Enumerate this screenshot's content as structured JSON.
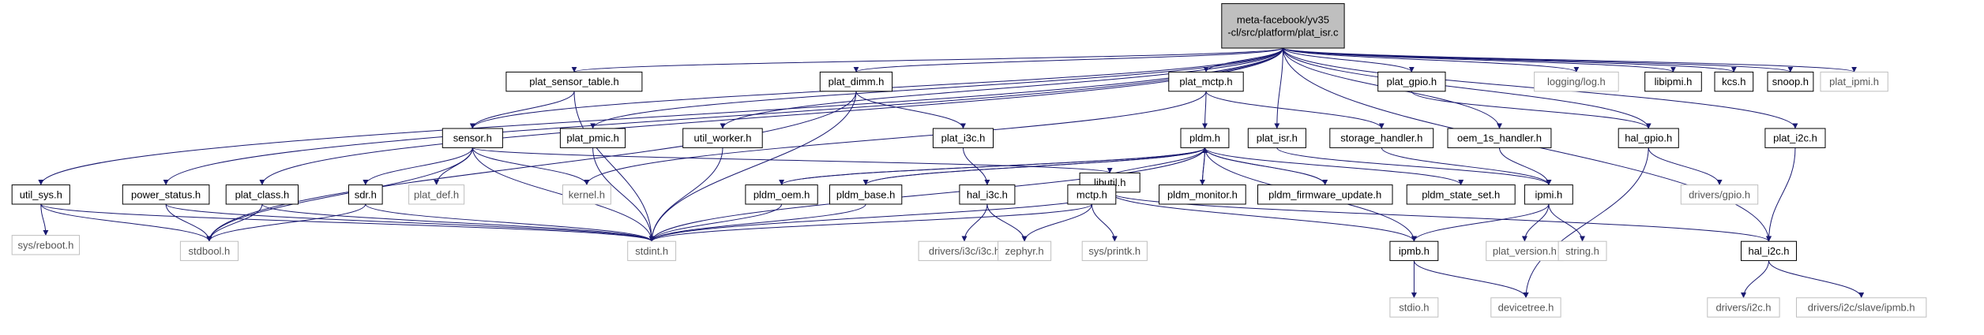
{
  "diagram": {
    "colors": {
      "edge": "#191970",
      "root_fill": "#bfbfbf",
      "node_fill": "#ffffff",
      "node_border": "#000000",
      "external_border": "#bfbfbf",
      "external_text": "#555555",
      "text": "#000000"
    },
    "nodes": [
      {
        "id": "root",
        "label_lines": [
          "meta-facebook/yv35",
          "-cl/src/platform/plat_isr.c"
        ],
        "kind": "root"
      },
      {
        "id": "plat_sensor_table_h",
        "label_lines": [
          "plat_sensor_table.h"
        ],
        "kind": "local"
      },
      {
        "id": "plat_dimm_h",
        "label_lines": [
          "plat_dimm.h"
        ],
        "kind": "local"
      },
      {
        "id": "plat_mctp_h",
        "label_lines": [
          "plat_mctp.h"
        ],
        "kind": "local"
      },
      {
        "id": "plat_gpio_h",
        "label_lines": [
          "plat_gpio.h"
        ],
        "kind": "local"
      },
      {
        "id": "logging_log_h",
        "label_lines": [
          "logging/log.h"
        ],
        "kind": "external"
      },
      {
        "id": "libipmi_h",
        "label_lines": [
          "libipmi.h"
        ],
        "kind": "local"
      },
      {
        "id": "kcs_h",
        "label_lines": [
          "kcs.h"
        ],
        "kind": "local"
      },
      {
        "id": "snoop_h",
        "label_lines": [
          "snoop.h"
        ],
        "kind": "local"
      },
      {
        "id": "plat_ipmi_h",
        "label_lines": [
          "plat_ipmi.h"
        ],
        "kind": "external"
      },
      {
        "id": "sensor_h",
        "label_lines": [
          "sensor.h"
        ],
        "kind": "local"
      },
      {
        "id": "plat_pmic_h",
        "label_lines": [
          "plat_pmic.h"
        ],
        "kind": "local"
      },
      {
        "id": "util_worker_h",
        "label_lines": [
          "util_worker.h"
        ],
        "kind": "local"
      },
      {
        "id": "plat_i3c_h",
        "label_lines": [
          "plat_i3c.h"
        ],
        "kind": "local"
      },
      {
        "id": "pldm_h",
        "label_lines": [
          "pldm.h"
        ],
        "kind": "local"
      },
      {
        "id": "plat_isr_h",
        "label_lines": [
          "plat_isr.h"
        ],
        "kind": "local"
      },
      {
        "id": "storage_handler_h",
        "label_lines": [
          "storage_handler.h"
        ],
        "kind": "local"
      },
      {
        "id": "oem_1s_handler_h",
        "label_lines": [
          "oem_1s_handler.h"
        ],
        "kind": "local"
      },
      {
        "id": "hal_gpio_h",
        "label_lines": [
          "hal_gpio.h"
        ],
        "kind": "local"
      },
      {
        "id": "plat_i2c_h",
        "label_lines": [
          "plat_i2c.h"
        ],
        "kind": "local"
      },
      {
        "id": "util_sys_h",
        "label_lines": [
          "util_sys.h"
        ],
        "kind": "local"
      },
      {
        "id": "power_status_h",
        "label_lines": [
          "power_status.h"
        ],
        "kind": "local"
      },
      {
        "id": "plat_class_h",
        "label_lines": [
          "plat_class.h"
        ],
        "kind": "local"
      },
      {
        "id": "sdr_h",
        "label_lines": [
          "sdr.h"
        ],
        "kind": "local"
      },
      {
        "id": "plat_def_h",
        "label_lines": [
          "plat_def.h"
        ],
        "kind": "external"
      },
      {
        "id": "kernel_h",
        "label_lines": [
          "kernel.h"
        ],
        "kind": "external"
      },
      {
        "id": "libutil_h",
        "label_lines": [
          "libutil.h"
        ],
        "kind": "local"
      },
      {
        "id": "pldm_oem_h",
        "label_lines": [
          "pldm_oem.h"
        ],
        "kind": "local"
      },
      {
        "id": "pldm_base_h",
        "label_lines": [
          "pldm_base.h"
        ],
        "kind": "local"
      },
      {
        "id": "hal_i3c_h",
        "label_lines": [
          "hal_i3c.h"
        ],
        "kind": "local"
      },
      {
        "id": "mctp_h",
        "label_lines": [
          "mctp.h"
        ],
        "kind": "local"
      },
      {
        "id": "pldm_monitor_h",
        "label_lines": [
          "pldm_monitor.h"
        ],
        "kind": "local"
      },
      {
        "id": "pldm_firmware_update_h",
        "label_lines": [
          "pldm_firmware_update.h"
        ],
        "kind": "local"
      },
      {
        "id": "pldm_state_set_h",
        "label_lines": [
          "pldm_state_set.h"
        ],
        "kind": "local"
      },
      {
        "id": "ipmi_h",
        "label_lines": [
          "ipmi.h"
        ],
        "kind": "local"
      },
      {
        "id": "drivers_gpio_h",
        "label_lines": [
          "drivers/gpio.h"
        ],
        "kind": "external"
      },
      {
        "id": "sys_reboot_h",
        "label_lines": [
          "sys/reboot.h"
        ],
        "kind": "external"
      },
      {
        "id": "stdbool_h",
        "label_lines": [
          "stdbool.h"
        ],
        "kind": "external"
      },
      {
        "id": "stdint_h",
        "label_lines": [
          "stdint.h"
        ],
        "kind": "external"
      },
      {
        "id": "drivers_i3c_i3c_h",
        "label_lines": [
          "drivers/i3c/i3c.h"
        ],
        "kind": "external"
      },
      {
        "id": "zephyr_h",
        "label_lines": [
          "zephyr.h"
        ],
        "kind": "external"
      },
      {
        "id": "sys_printk_h",
        "label_lines": [
          "sys/printk.h"
        ],
        "kind": "external"
      },
      {
        "id": "ipmb_h",
        "label_lines": [
          "ipmb.h"
        ],
        "kind": "local"
      },
      {
        "id": "plat_version_h",
        "label_lines": [
          "plat_version.h"
        ],
        "kind": "external"
      },
      {
        "id": "string_h",
        "label_lines": [
          "string.h"
        ],
        "kind": "external"
      },
      {
        "id": "hal_i2c_h",
        "label_lines": [
          "hal_i2c.h"
        ],
        "kind": "local"
      },
      {
        "id": "stdio_h",
        "label_lines": [
          "stdio.h"
        ],
        "kind": "external"
      },
      {
        "id": "devicetree_h",
        "label_lines": [
          "devicetree.h"
        ],
        "kind": "external"
      },
      {
        "id": "drivers_i2c_h",
        "label_lines": [
          "drivers/i2c.h"
        ],
        "kind": "external"
      },
      {
        "id": "drivers_i2c_slave_ipmb_h",
        "label_lines": [
          "drivers/i2c/slave/ipmb.h"
        ],
        "kind": "external"
      }
    ],
    "edges": [
      [
        "root",
        "plat_sensor_table_h"
      ],
      [
        "root",
        "plat_dimm_h"
      ],
      [
        "root",
        "plat_mctp_h"
      ],
      [
        "root",
        "plat_gpio_h"
      ],
      [
        "root",
        "logging_log_h"
      ],
      [
        "root",
        "libipmi_h"
      ],
      [
        "root",
        "kcs_h"
      ],
      [
        "root",
        "snoop_h"
      ],
      [
        "root",
        "plat_ipmi_h"
      ],
      [
        "root",
        "sensor_h"
      ],
      [
        "root",
        "plat_pmic_h"
      ],
      [
        "root",
        "util_worker_h"
      ],
      [
        "root",
        "plat_isr_h"
      ],
      [
        "root",
        "oem_1s_handler_h"
      ],
      [
        "root",
        "hal_gpio_h"
      ],
      [
        "root",
        "plat_i2c_h"
      ],
      [
        "root",
        "util_sys_h"
      ],
      [
        "root",
        "power_status_h"
      ],
      [
        "root",
        "plat_class_h"
      ],
      [
        "root",
        "hal_i2c_h"
      ],
      [
        "plat_sensor_table_h",
        "sensor_h"
      ],
      [
        "plat_sensor_table_h",
        "stdint_h"
      ],
      [
        "plat_dimm_h",
        "plat_i3c_h"
      ],
      [
        "plat_dimm_h",
        "stdint_h"
      ],
      [
        "plat_dimm_h",
        "stdbool_h"
      ],
      [
        "plat_mctp_h",
        "pldm_h"
      ],
      [
        "plat_mctp_h",
        "storage_handler_h"
      ],
      [
        "plat_mctp_h",
        "kernel_h"
      ],
      [
        "plat_gpio_h",
        "hal_gpio_h"
      ],
      [
        "plat_i2c_h",
        "hal_i2c_h"
      ],
      [
        "sensor_h",
        "stdbool_h"
      ],
      [
        "sensor_h",
        "stdint_h"
      ],
      [
        "sensor_h",
        "sdr_h"
      ],
      [
        "sensor_h",
        "plat_def_h"
      ],
      [
        "sensor_h",
        "kernel_h"
      ],
      [
        "sensor_h",
        "libutil_h"
      ],
      [
        "plat_pmic_h",
        "stdint_h"
      ],
      [
        "util_worker_h",
        "stdint_h"
      ],
      [
        "plat_i3c_h",
        "hal_i3c_h"
      ],
      [
        "pldm_h",
        "pldm_oem_h"
      ],
      [
        "pldm_h",
        "pldm_base_h"
      ],
      [
        "pldm_h",
        "mctp_h"
      ],
      [
        "pldm_h",
        "pldm_monitor_h"
      ],
      [
        "pldm_h",
        "pldm_firmware_update_h"
      ],
      [
        "pldm_h",
        "pldm_state_set_h"
      ],
      [
        "pldm_h",
        "ipmb_h"
      ],
      [
        "pldm_h",
        "stdint_h"
      ],
      [
        "pldm_oem_h",
        "pldm_h"
      ],
      [
        "pldm_base_h",
        "pldm_h"
      ],
      [
        "pldm_monitor_h",
        "pldm_h"
      ],
      [
        "pldm_firmware_update_h",
        "pldm_h"
      ],
      [
        "pldm_oem_h",
        "stdint_h"
      ],
      [
        "pldm_base_h",
        "stdint_h"
      ],
      [
        "plat_isr_h",
        "ipmi_h"
      ],
      [
        "storage_handler_h",
        "ipmi_h"
      ],
      [
        "oem_1s_handler_h",
        "ipmi_h"
      ],
      [
        "hal_gpio_h",
        "drivers_gpio_h"
      ],
      [
        "hal_gpio_h",
        "devicetree_h"
      ],
      [
        "util_sys_h",
        "sys_reboot_h"
      ],
      [
        "util_sys_h",
        "stdbool_h"
      ],
      [
        "util_sys_h",
        "stdint_h"
      ],
      [
        "power_status_h",
        "stdbool_h"
      ],
      [
        "power_status_h",
        "stdint_h"
      ],
      [
        "plat_class_h",
        "stdbool_h"
      ],
      [
        "plat_class_h",
        "stdint_h"
      ],
      [
        "sdr_h",
        "stdint_h"
      ],
      [
        "sdr_h",
        "stdbool_h"
      ],
      [
        "libutil_h",
        "stdint_h"
      ],
      [
        "libutil_h",
        "ipmb_h"
      ],
      [
        "libutil_h",
        "hal_i2c_h"
      ],
      [
        "hal_i3c_h",
        "drivers_i3c_i3c_h"
      ],
      [
        "hal_i3c_h",
        "zephyr_h"
      ],
      [
        "mctp_h",
        "stdint_h"
      ],
      [
        "mctp_h",
        "zephyr_h"
      ],
      [
        "mctp_h",
        "sys_printk_h"
      ],
      [
        "ipmi_h",
        "ipmb_h"
      ],
      [
        "ipmi_h",
        "plat_version_h"
      ],
      [
        "ipmi_h",
        "string_h"
      ],
      [
        "ipmb_h",
        "stdio_h"
      ],
      [
        "ipmb_h",
        "devicetree_h"
      ],
      [
        "hal_i2c_h",
        "drivers_i2c_h"
      ],
      [
        "hal_i2c_h",
        "drivers_i2c_slave_ipmb_h"
      ]
    ]
  }
}
